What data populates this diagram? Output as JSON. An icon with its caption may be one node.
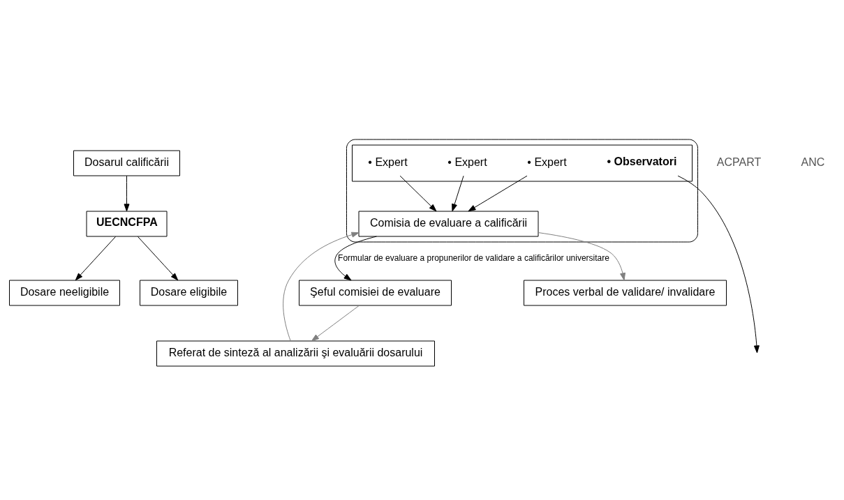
{
  "diagram": {
    "nodes": [
      {
        "text": [
          "Dosarul calificării"
        ]
      },
      {
        "text": [
          "UECNCFPA"
        ]
      },
      {
        "text": [
          "Dosare neeligibile"
        ]
      },
      {
        "text": [
          "Dosare eligibile"
        ]
      },
      {
        "text": [
          "Referat de sinteză al analizării şi evaluării dosarului"
        ]
      },
      {
        "text": [
          "Şeful comisiei de evaluare"
        ]
      },
      {
        "text": [],
        "shape": "ellipse"
      },
      {
        "text": [],
        "shape": "box",
        "in": 6
      },
      {
        "text": [
          "• Expert"
        ],
        "in": 7
      },
      {
        "text": [
          "• Expert"
        ],
        "in": 7
      },
      {
        "text": [
          "• Expert"
        ],
        "in": 7
      },
      {
        "text": [
          "• Observatori"
        ],
        "in": 7
      },
      {
        "text": [
          "Comisia de evaluare a calificării"
        ],
        "in": 6
      },
      {
        "text": [
          "Proces verbal de validare/ invalidare"
        ]
      }
    ],
    "edges": [
      {
        "from": 0,
        "to": 1,
        "arrow": "to"
      },
      {
        "from": 1,
        "to": 2,
        "arrow": "to"
      },
      {
        "from": 1,
        "to": 3,
        "arrow": "to"
      },
      {
        "from": 5,
        "to": 4,
        "arrow": "to",
        "color": "#808080"
      },
      {
        "from": 4,
        "to": 12,
        "arrow": "to",
        "color": "#808080"
      },
      {
        "from": 12,
        "to": 5,
        "arrow": "to",
        "label": "Formular de evaluare a propunerilor de validare a calificărilor universitare"
      },
      {
        "from": 8,
        "to": 12,
        "arrow": "to"
      },
      {
        "from": 9,
        "to": 12,
        "arrow": "to"
      },
      {
        "from": 10,
        "to": 12,
        "arrow": "to"
      },
      {
        "from": 11,
        "to": null,
        "arrow": "to"
      },
      {
        "from": 12,
        "to": 13,
        "arrow": "to",
        "color": "#808080"
      }
    ],
    "labels": [
      "ACPART",
      "ANC"
    ]
  }
}
